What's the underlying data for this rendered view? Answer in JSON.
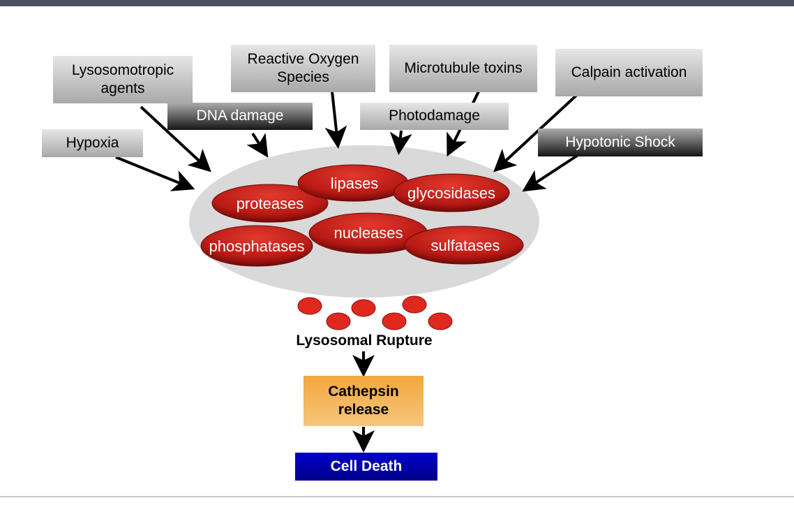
{
  "causes": {
    "lysosomotropic": "Lysosomotropic agents",
    "ros": "Reactive Oxygen Species",
    "microtubule": "Microtubule toxins",
    "calpain": "Calpain activation",
    "dna_damage": "DNA damage",
    "photodamage": "Photodamage",
    "hypoxia": "Hypoxia",
    "hypotonic": "Hypotonic Shock"
  },
  "enzymes": {
    "lipases": "lipases",
    "proteases": "proteases",
    "glycosidases": "glycosidases",
    "nucleases": "nucleases",
    "phosphatases": "phosphatases",
    "sulfatases": "sulfatases"
  },
  "flow": {
    "rupture": "Lysosomal Rupture",
    "cathepsin": "Cathepsin release",
    "death": "Cell Death"
  },
  "colors": {
    "enzyme_red": "#c0201a",
    "lysosome_gray": "#d9d9d9",
    "cathepsin_orange": "#f3a73e",
    "death_blue": "#0000cc"
  }
}
